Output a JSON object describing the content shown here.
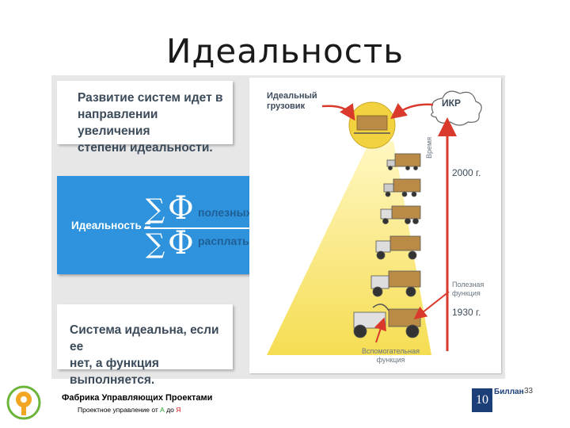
{
  "slide": {
    "title": "Идеальность",
    "page_number": "33"
  },
  "boxes": {
    "top_lines": [
      "Развитие систем идет в",
      "направлении увеличения",
      "степени идеальности."
    ],
    "bottom_lines": [
      "Система идеальна, если ее",
      "нет, а функция выполняется."
    ]
  },
  "formula": {
    "label": "Идеальность =",
    "sigma": "∑",
    "phi": "Φ",
    "numerator": "полезных",
    "denominator": "расплаты"
  },
  "diagram": {
    "ideal_truck_lines": [
      "Идеальный",
      "грузовик"
    ],
    "ikr": "ИКР",
    "time_label": "Время",
    "year_2000": "2000 г.",
    "year_1930": "1930 г.",
    "useful_function_lines": [
      "Полезная",
      "функция"
    ],
    "auxiliary_function_lines": [
      "Вспомогательная",
      "функция"
    ]
  },
  "footer": {
    "company": "Фабрика Управляющих Проектами",
    "subtitle_pre": "Проектное управление от",
    "subtitle_a": "А",
    "subtitle_mid": "до",
    "subtitle_ya": "Я",
    "brand_number": "10",
    "brand_name": "Биллан"
  },
  "colors": {
    "accent_blue": "#2e93dc",
    "arrow_red": "#d93a2c",
    "cone_yellow": "#f7e46a",
    "cargo_brown": "#b98b46"
  }
}
